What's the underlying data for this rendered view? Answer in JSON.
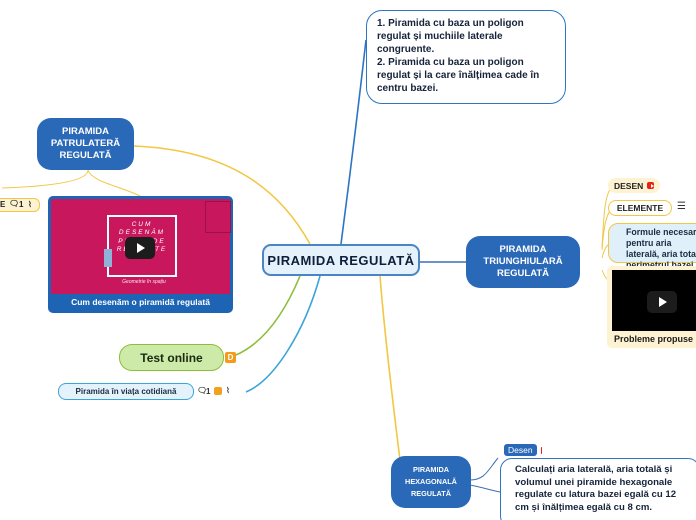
{
  "central": {
    "label": "PIRAMIDA  REGULATĂ"
  },
  "definitions": {
    "line1": "1. Piramida cu baza un poligon regulat și muchiile laterale congruente.",
    "line2": "2. Piramida  cu baza un poligon regulat și la care înălțimea cade în centru bazei."
  },
  "pyramid_square": {
    "label": "PIRAMIDA PATRULATERĂ REGULATĂ"
  },
  "partial_left": {
    "label": "E",
    "count": "1"
  },
  "video_left": {
    "title_lines": [
      "CUM",
      "DESENĂM",
      "PIRAMIDE",
      "REGULATE"
    ],
    "subtitle": "Geometrie în spațiu",
    "caption": "Cum desenăm o piramidă regulată"
  },
  "test_online": {
    "label": "Test online",
    "badge": "D"
  },
  "daily_life": {
    "label": "Piramida în viața cotidiană",
    "count": "1"
  },
  "pyramid_triangular": {
    "label": "PIRAMIDA TRIUNGHIULARĂ REGULATĂ",
    "desen_label": "DESEN",
    "elemente_label": "ELEMENTE",
    "formula_text": "Formule necesare pentru aria laterală, aria totală, perimetrul bazei",
    "video_caption": "Probleme propuse"
  },
  "pyramid_hexagonal": {
    "label": "PIRAMIDA HEXAGONALĂ REGULATĂ",
    "desen_label": "Desen",
    "problem": "Calculați aria laterală, aria totală și volumul unei piramide hexagonale regulate cu latura bazei egală cu 12 cm și înălțimea egală cu 8 cm."
  },
  "colors": {
    "blue": "#2a68b8",
    "yellow": "#f2c744",
    "green": "#8cbe3a",
    "light_blue": "#3ba4d8",
    "video_pink": "#c8175c",
    "youtube_red": "#e62117"
  }
}
